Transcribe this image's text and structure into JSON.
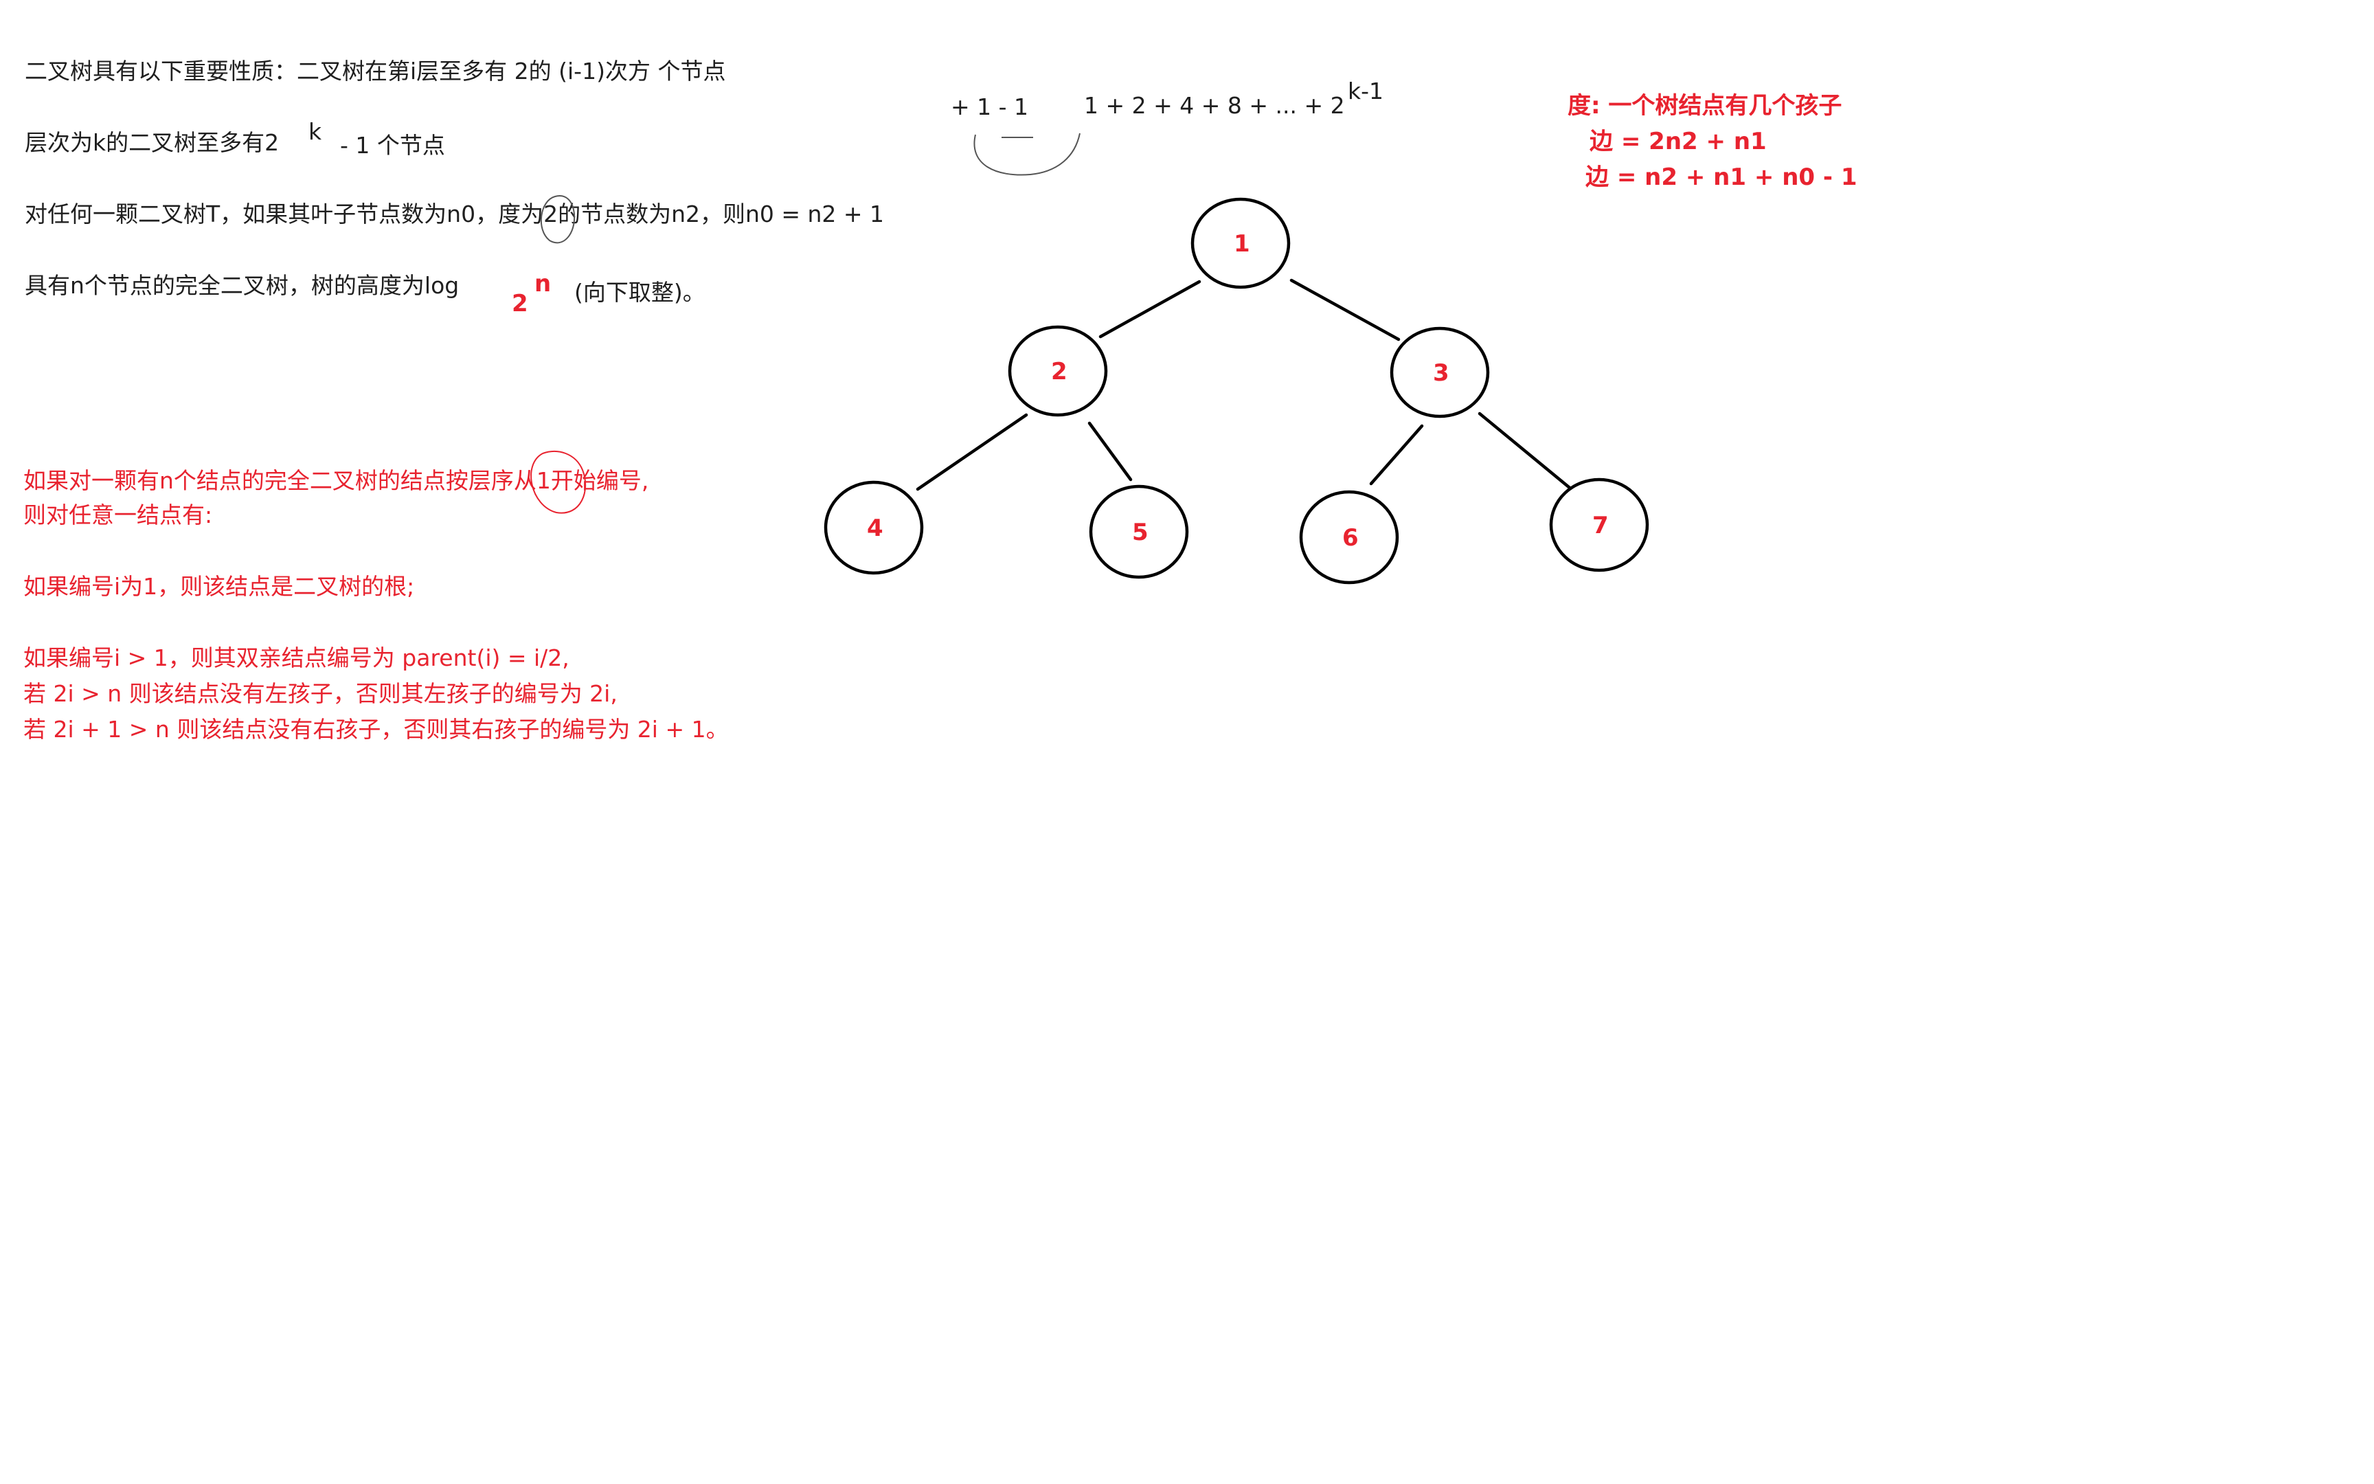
{
  "properties": {
    "title_line": "二叉树具有以下重要性质：二叉树在第i层至多有 2的 (i-1)次方   个节点",
    "line2_main": "层次为k的二叉树至多有2",
    "line2_sup": "k",
    "line2_tail": "- 1    个节点",
    "line3": "对任何一颗二叉树T，如果其叶子节点数为n0，度为2的节点数为n2，则n0 = n2 + 1",
    "line4_main": "具有n个节点的完全二叉树，树的高度为log",
    "line4_sub": "2",
    "line4_arg": "n",
    "line4_tail": "(向下取整)。"
  },
  "series_note": {
    "left": "+ 1 -   1",
    "sum": "1 +  2 + 4 + 8 + ... +  2",
    "exponent": "k-1"
  },
  "degree_note": {
    "line1": "度: 一个树结点有几个孩子",
    "line2": "边 = 2n2 + n1",
    "line3": "边 = n2 + n1 + n0  - 1"
  },
  "numbering": {
    "line1": "如果对一颗有n个结点的完全二叉树的结点按层序从1开始编号,",
    "line2": "则对任意一结点有:",
    "line3": "如果编号i为1，则该结点是二叉树的根;",
    "line4": "如果编号i > 1，则其双亲结点编号为 parent(i) = i/2,",
    "line5": " 若 2i > n 则该结点没有左孩子，否则其左孩子的编号为 2i,",
    "line6": " 若 2i + 1 > n 则该结点没有右孩子，否则其右孩子的编号为 2i + 1。"
  },
  "tree": {
    "nodes": [
      {
        "id": "1",
        "label": "1"
      },
      {
        "id": "2",
        "label": "2"
      },
      {
        "id": "3",
        "label": "3"
      },
      {
        "id": "4",
        "label": "4"
      },
      {
        "id": "5",
        "label": "5"
      },
      {
        "id": "6",
        "label": "6"
      },
      {
        "id": "7",
        "label": "7"
      }
    ],
    "edges": [
      [
        "1",
        "2"
      ],
      [
        "1",
        "3"
      ],
      [
        "2",
        "4"
      ],
      [
        "2",
        "5"
      ],
      [
        "3",
        "6"
      ],
      [
        "3",
        "7"
      ]
    ],
    "node_color": "#e8232f"
  },
  "colors": {
    "text": "#1f1f1f",
    "accent": "#e8232f"
  }
}
